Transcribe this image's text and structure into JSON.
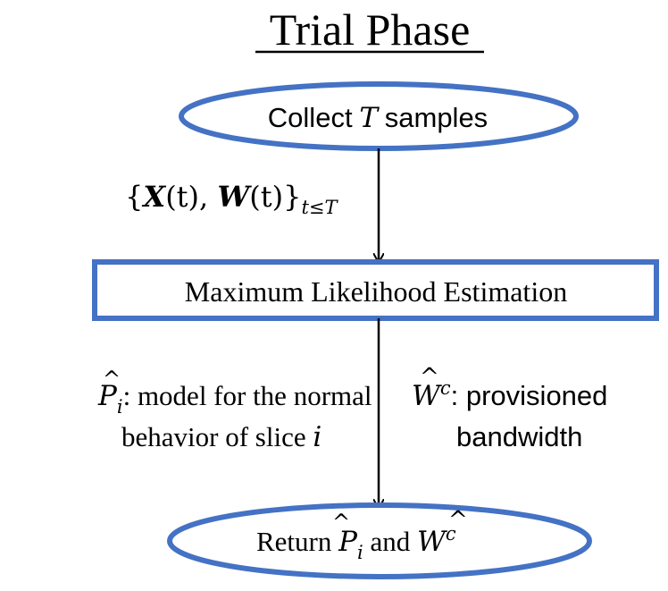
{
  "title": "Trial Phase",
  "start_node": {
    "label_prefix": "Collect",
    "label_var": "T",
    "label_suffix": "samples"
  },
  "edge_top": {
    "open_brace": "{",
    "X": "X",
    "t1": "(t), ",
    "W": "W",
    "t2": "(t)",
    "close_brace": "}",
    "subscript": "t≤T"
  },
  "process_node": {
    "label": "Maximum Likelihood Estimation"
  },
  "output_left": {
    "var": "P",
    "hat": "^",
    "sub": "i",
    "line1": ": model for the normal",
    "line2_prefix": "behavior of slice ",
    "line2_var": "i"
  },
  "output_right": {
    "var": "W",
    "hat": "^",
    "sup": "c",
    "line1": ": provisioned",
    "line2": "bandwidth"
  },
  "end_node": {
    "prefix": "Return ",
    "var1": "P",
    "sub1": "i",
    "middle": " and ",
    "var2": "W",
    "sup2": "c"
  },
  "colors": {
    "shape_stroke": "#4472C4",
    "text": "#000000",
    "arrow": "#000000"
  }
}
